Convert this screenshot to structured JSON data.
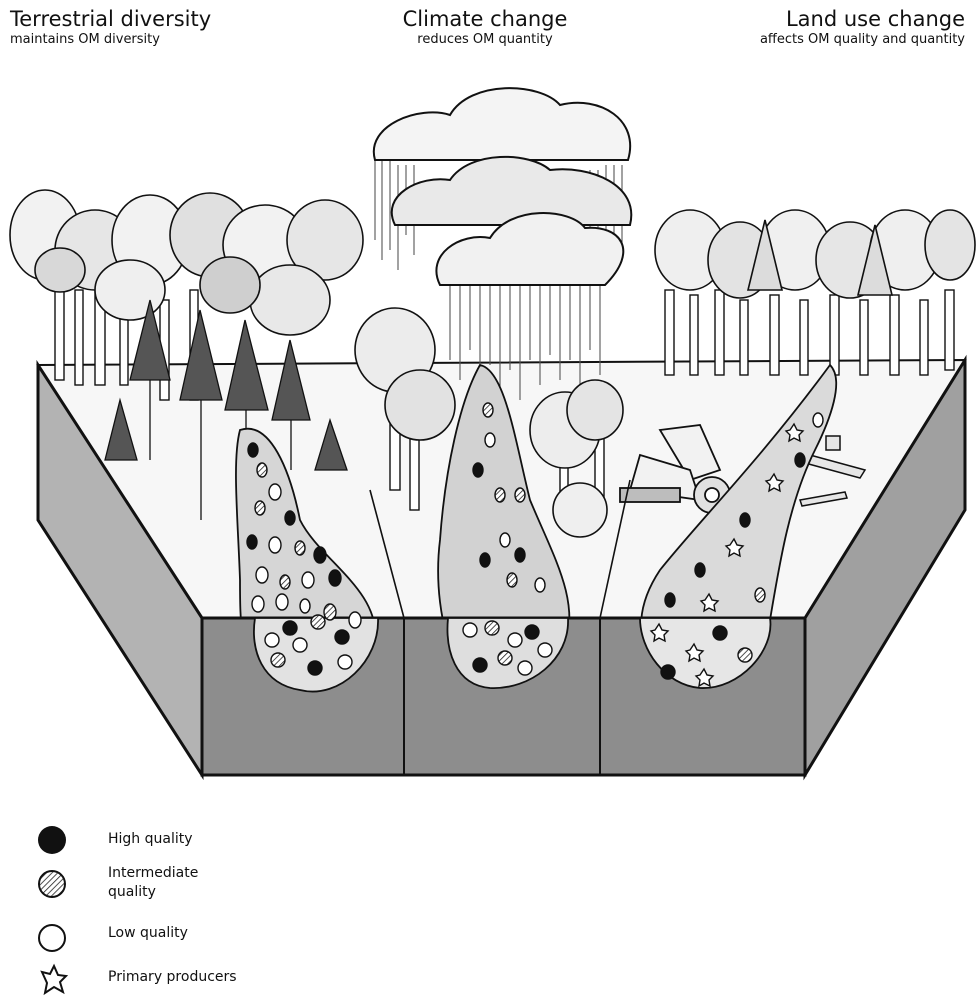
{
  "panels": [
    {
      "title": "Terrestrial diversity",
      "subtitle": "maintains OM diversity"
    },
    {
      "title": "Climate change",
      "subtitle": "reduces OM quantity"
    },
    {
      "title": "Land use change",
      "subtitle": "affects OM quality and quantity"
    }
  ],
  "legend": {
    "items": [
      {
        "label": "High quality",
        "symbol": "filled-circle-icon"
      },
      {
        "label": "Intermediate quality",
        "line1": "Intermediate",
        "line2": "quality",
        "symbol": "hatched-circle-icon"
      },
      {
        "label": "Low quality",
        "symbol": "open-circle-icon"
      },
      {
        "label": "Primary producers",
        "symbol": "star-shape-icon"
      }
    ]
  },
  "colors": {
    "ink": "#111111",
    "box_front": "#8c8c8c",
    "box_side": "#a6a6a6",
    "ground": "#f4f4f4",
    "foliage": "#ececec",
    "foliage_shade": "#bdbdbd",
    "stream": "#d4d4d4"
  }
}
